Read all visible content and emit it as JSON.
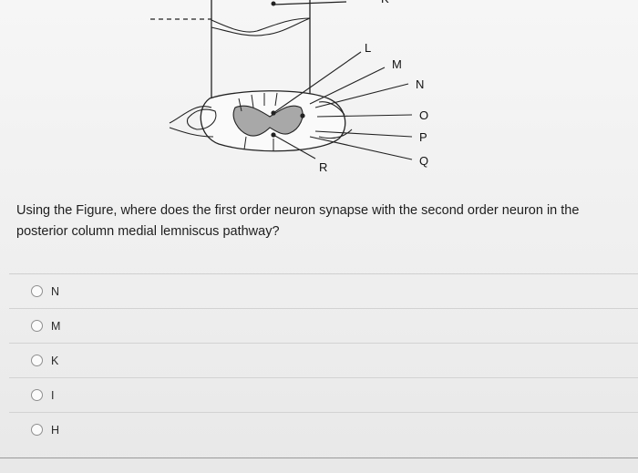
{
  "figure": {
    "labels": {
      "L": "L",
      "M": "M",
      "N": "N",
      "O": "O",
      "P": "P",
      "Q": "Q",
      "R": "R",
      "K": "K"
    }
  },
  "question": {
    "text": "Using the Figure, where does the first order neuron synapse with the second order neuron in the posterior column medial lemniscus pathway?"
  },
  "options": [
    {
      "label": "N",
      "selected": false
    },
    {
      "label": "M",
      "selected": false
    },
    {
      "label": "K",
      "selected": false
    },
    {
      "label": "I",
      "selected": false
    },
    {
      "label": "H",
      "selected": false
    }
  ]
}
